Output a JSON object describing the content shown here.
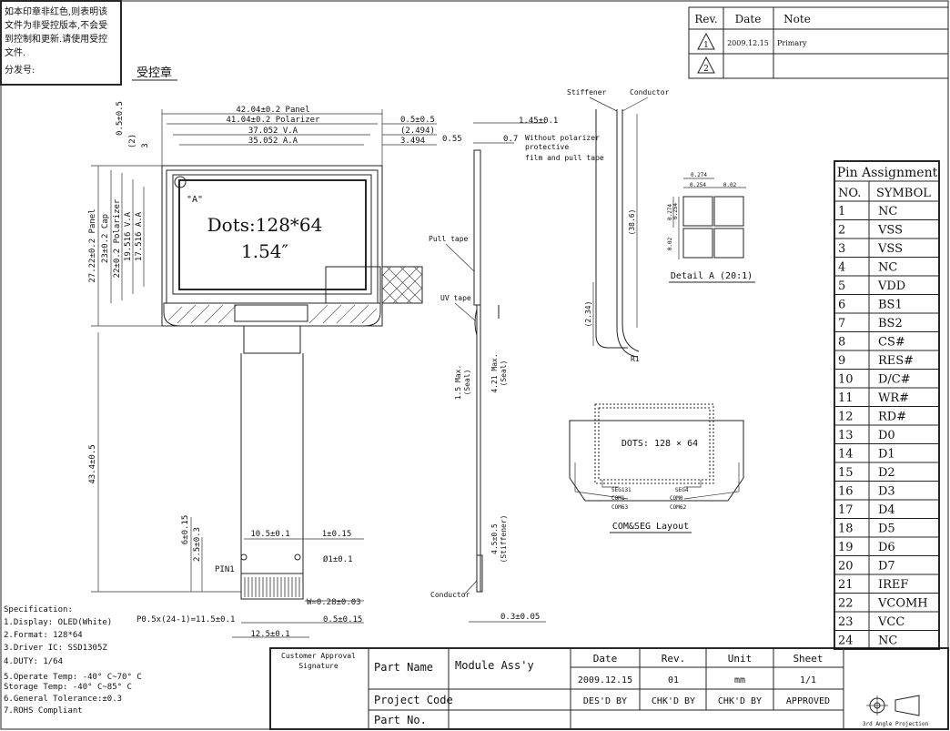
{
  "notice": {
    "lines": [
      "如本印章非红色,则表明该",
      "文件为非受控版本,不会受",
      "到控制和更新.请使用受控",
      "文件."
    ],
    "dist": "分发号:",
    "stamp": "受控章"
  },
  "revision": {
    "headers": [
      "Rev.",
      "Date",
      "Note"
    ],
    "rows": [
      {
        "rev": "1",
        "date": "2009.12.15",
        "note": "Primary"
      },
      {
        "rev": "2",
        "date": "",
        "note": ""
      }
    ]
  },
  "front_view": {
    "dims_top": [
      "42.04±0.2 Panel",
      "41.04±0.2 Polarizer",
      "37.052 V.A",
      "35.052 A.A"
    ],
    "dims_right": [
      "0.5±0.5",
      "(2.494)",
      "3.494"
    ],
    "dims_left": [
      "0.5±0.5",
      "(2)",
      "3",
      "27.22±0.2 Panel",
      "23±0.2 Cap",
      "22±0.2 Polarizer",
      "19.516 V.A",
      "17.516 A.A",
      "43.4±0.5"
    ],
    "marker": "\"A\"",
    "dots": "Dots:128*64",
    "size": "1.54″",
    "fpc_dims": [
      "10.5±0.1",
      "1±0.15",
      "Ø1±0.1",
      "6±0.15",
      "2.5±0.3",
      "PIN1",
      "W=0.28±0.03",
      "P0.5x(24-1)=11.5±0.1",
      "0.5±0.15",
      "12.5±0.1"
    ]
  },
  "side_view": {
    "labels": [
      "1.45±0.1",
      "0.55",
      "0.7",
      "Without polarizer",
      "protective",
      "film and pull tape",
      "Pull tape",
      "UV tape",
      "1.5 Max.",
      "(Seal)",
      "4.21 Max.",
      "(Seal)",
      "4.5±0.5",
      "(Stiffener)",
      "Conductor",
      "0.3±0.05"
    ]
  },
  "bend_view": {
    "labels": [
      "Stiffener",
      "Conductor",
      "(38.6)",
      "(2.34)",
      "R1"
    ]
  },
  "detail_a": {
    "labels": [
      "0.274",
      "0.254",
      "0.02",
      "0.274",
      "0.254",
      "0.02"
    ],
    "caption": "Detail A (20:1)"
  },
  "com_seg": {
    "dots": "DOTS: 128 × 64",
    "seg_left": "SEG131",
    "seg_right": "SEG4",
    "com_left_1": "COM1",
    "com_left_2": "COM63",
    "com_right_1": "COM0",
    "com_right_2": "COM62",
    "caption": "COM&SEG Layout"
  },
  "pin_assignment": {
    "title": "Pin Assignment",
    "headers": [
      "NO.",
      "SYMBOL"
    ],
    "pins": [
      [
        "1",
        "NC"
      ],
      [
        "2",
        "VSS"
      ],
      [
        "3",
        "VSS"
      ],
      [
        "4",
        "NC"
      ],
      [
        "5",
        "VDD"
      ],
      [
        "6",
        "BS1"
      ],
      [
        "7",
        "BS2"
      ],
      [
        "8",
        "CS#"
      ],
      [
        "9",
        "RES#"
      ],
      [
        "10",
        "D/C#"
      ],
      [
        "11",
        "WR#"
      ],
      [
        "12",
        "RD#"
      ],
      [
        "13",
        "D0"
      ],
      [
        "14",
        "D1"
      ],
      [
        "15",
        "D2"
      ],
      [
        "16",
        "D3"
      ],
      [
        "17",
        "D4"
      ],
      [
        "18",
        "D5"
      ],
      [
        "19",
        "D6"
      ],
      [
        "20",
        "D7"
      ],
      [
        "21",
        "IREF"
      ],
      [
        "22",
        "VCOMH"
      ],
      [
        "23",
        "VCC"
      ],
      [
        "24",
        "NC"
      ]
    ]
  },
  "specification": {
    "title": "Specification:",
    "items": [
      "1.Display:  OLED(White)",
      "2.Format:   128*64",
      "3.Driver IC: SSD1305Z",
      "4.DUTY:  1/64",
      "5.Operate Temp:  -40° C~70° C",
      "   Storage Temp:  -40° C~85° C",
      "6.General Tolerance:±0.3",
      "7.ROHS Compliant"
    ]
  },
  "title_block": {
    "approval_1": "Customer Approval",
    "approval_2": "Signature",
    "part_name_label": "Part Name",
    "part_name_value": "Module Ass'y",
    "project_code_label": "Project Code",
    "part_no_label": "Part No.",
    "col_headers": [
      "Date",
      "Rev.",
      "Unit",
      "Sheet"
    ],
    "values": [
      "2009.12.15",
      "01",
      "mm",
      "1/1"
    ],
    "signoffs": [
      "DES'D BY",
      "CHK'D BY",
      "CHK'D BY",
      "APPROVED"
    ],
    "projection": "3rd Angle Projection"
  }
}
